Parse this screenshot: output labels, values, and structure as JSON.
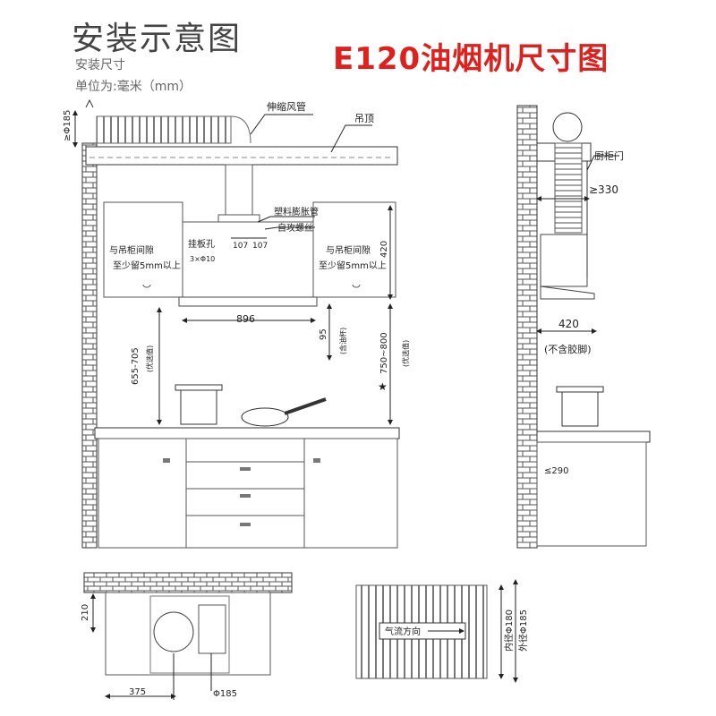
{
  "header": {
    "title": "安装示意图",
    "model_title": "E120油烟机尺寸图",
    "subtitle": "安装尺寸",
    "unit": "单位为:毫米（mm）"
  },
  "front_view": {
    "duct_label": "伸缩风管",
    "ceiling_label": "吊顶",
    "plastic_tube_label": "塑料膨胀管",
    "screw_label": "自攻螺丝",
    "hang_hole_label": "挂板孔",
    "hang_hole_spec": "3×Φ10",
    "dim_107a": "107",
    "dim_107b": "107",
    "gap_left_line1": "与吊柜间隙",
    "gap_left_line2": "至少留5mm以上",
    "gap_right_line1": "与吊柜间隙",
    "gap_right_line2": "至少留5mm以上",
    "dim_420": "420",
    "dim_896": "896",
    "dim_95": "95",
    "dim_95_note": "(含油杯)",
    "dim_655_705": "655-705",
    "dim_655_note": "(优选值)",
    "dim_750_800": "750~800",
    "dim_750_note": "(优选值)",
    "star": "★",
    "dim_185": "≥Φ185"
  },
  "side_view": {
    "cabinet_door_label": "厨柜门",
    "dim_330": "≥330",
    "dim_420": "420",
    "no_glue_note": "(不含胶脚)",
    "dim_290": "≤290"
  },
  "top_view": {
    "dim_210": "210",
    "dim_375": "375",
    "dim_phi185": "Φ185"
  },
  "duct_view": {
    "airflow_label": "气流方向",
    "inner_dia": "内径Φ180",
    "outer_dia": "外径Φ185"
  }
}
